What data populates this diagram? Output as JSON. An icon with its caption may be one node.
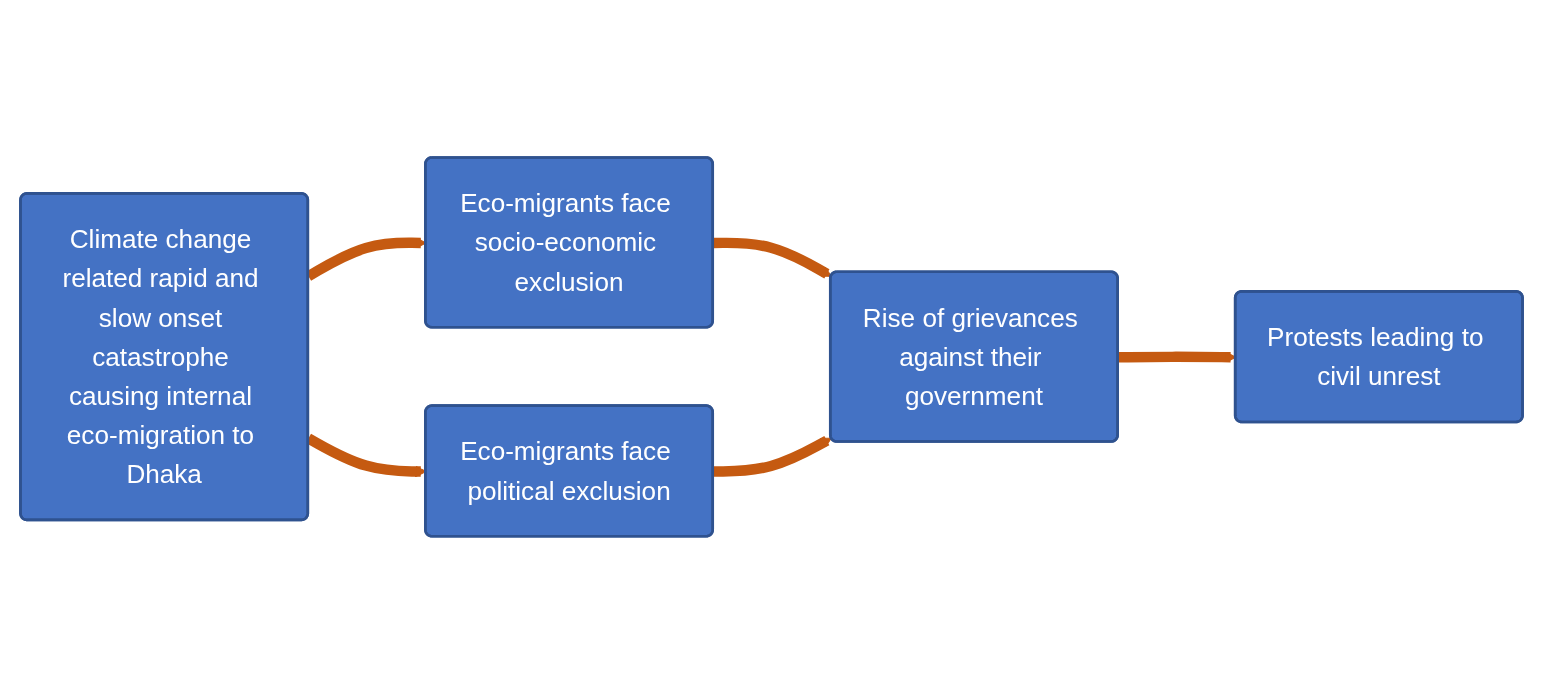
{
  "diagram": {
    "nodes": [
      {
        "text": [
          "Climate change related rapid and slow onset catastrophe causing internal eco-migration to Dhaka"
        ]
      },
      {
        "text": [
          "Eco-migrants face socio-economic exclusion"
        ]
      },
      {
        "text": [
          "Eco-migrants face political exclusion"
        ]
      },
      {
        "text": [
          "Rise of grievances against their government"
        ]
      },
      {
        "text": [
          "Protests leading to civil unrest"
        ]
      }
    ],
    "edges": [
      {
        "from": 0,
        "to": 1,
        "arrow": "to"
      },
      {
        "from": 0,
        "to": 2,
        "arrow": "to"
      },
      {
        "from": 1,
        "to": 3,
        "arrow": "to"
      },
      {
        "from": 2,
        "to": 3,
        "arrow": "to"
      },
      {
        "from": 3,
        "to": 4,
        "arrow": "to"
      }
    ]
  }
}
